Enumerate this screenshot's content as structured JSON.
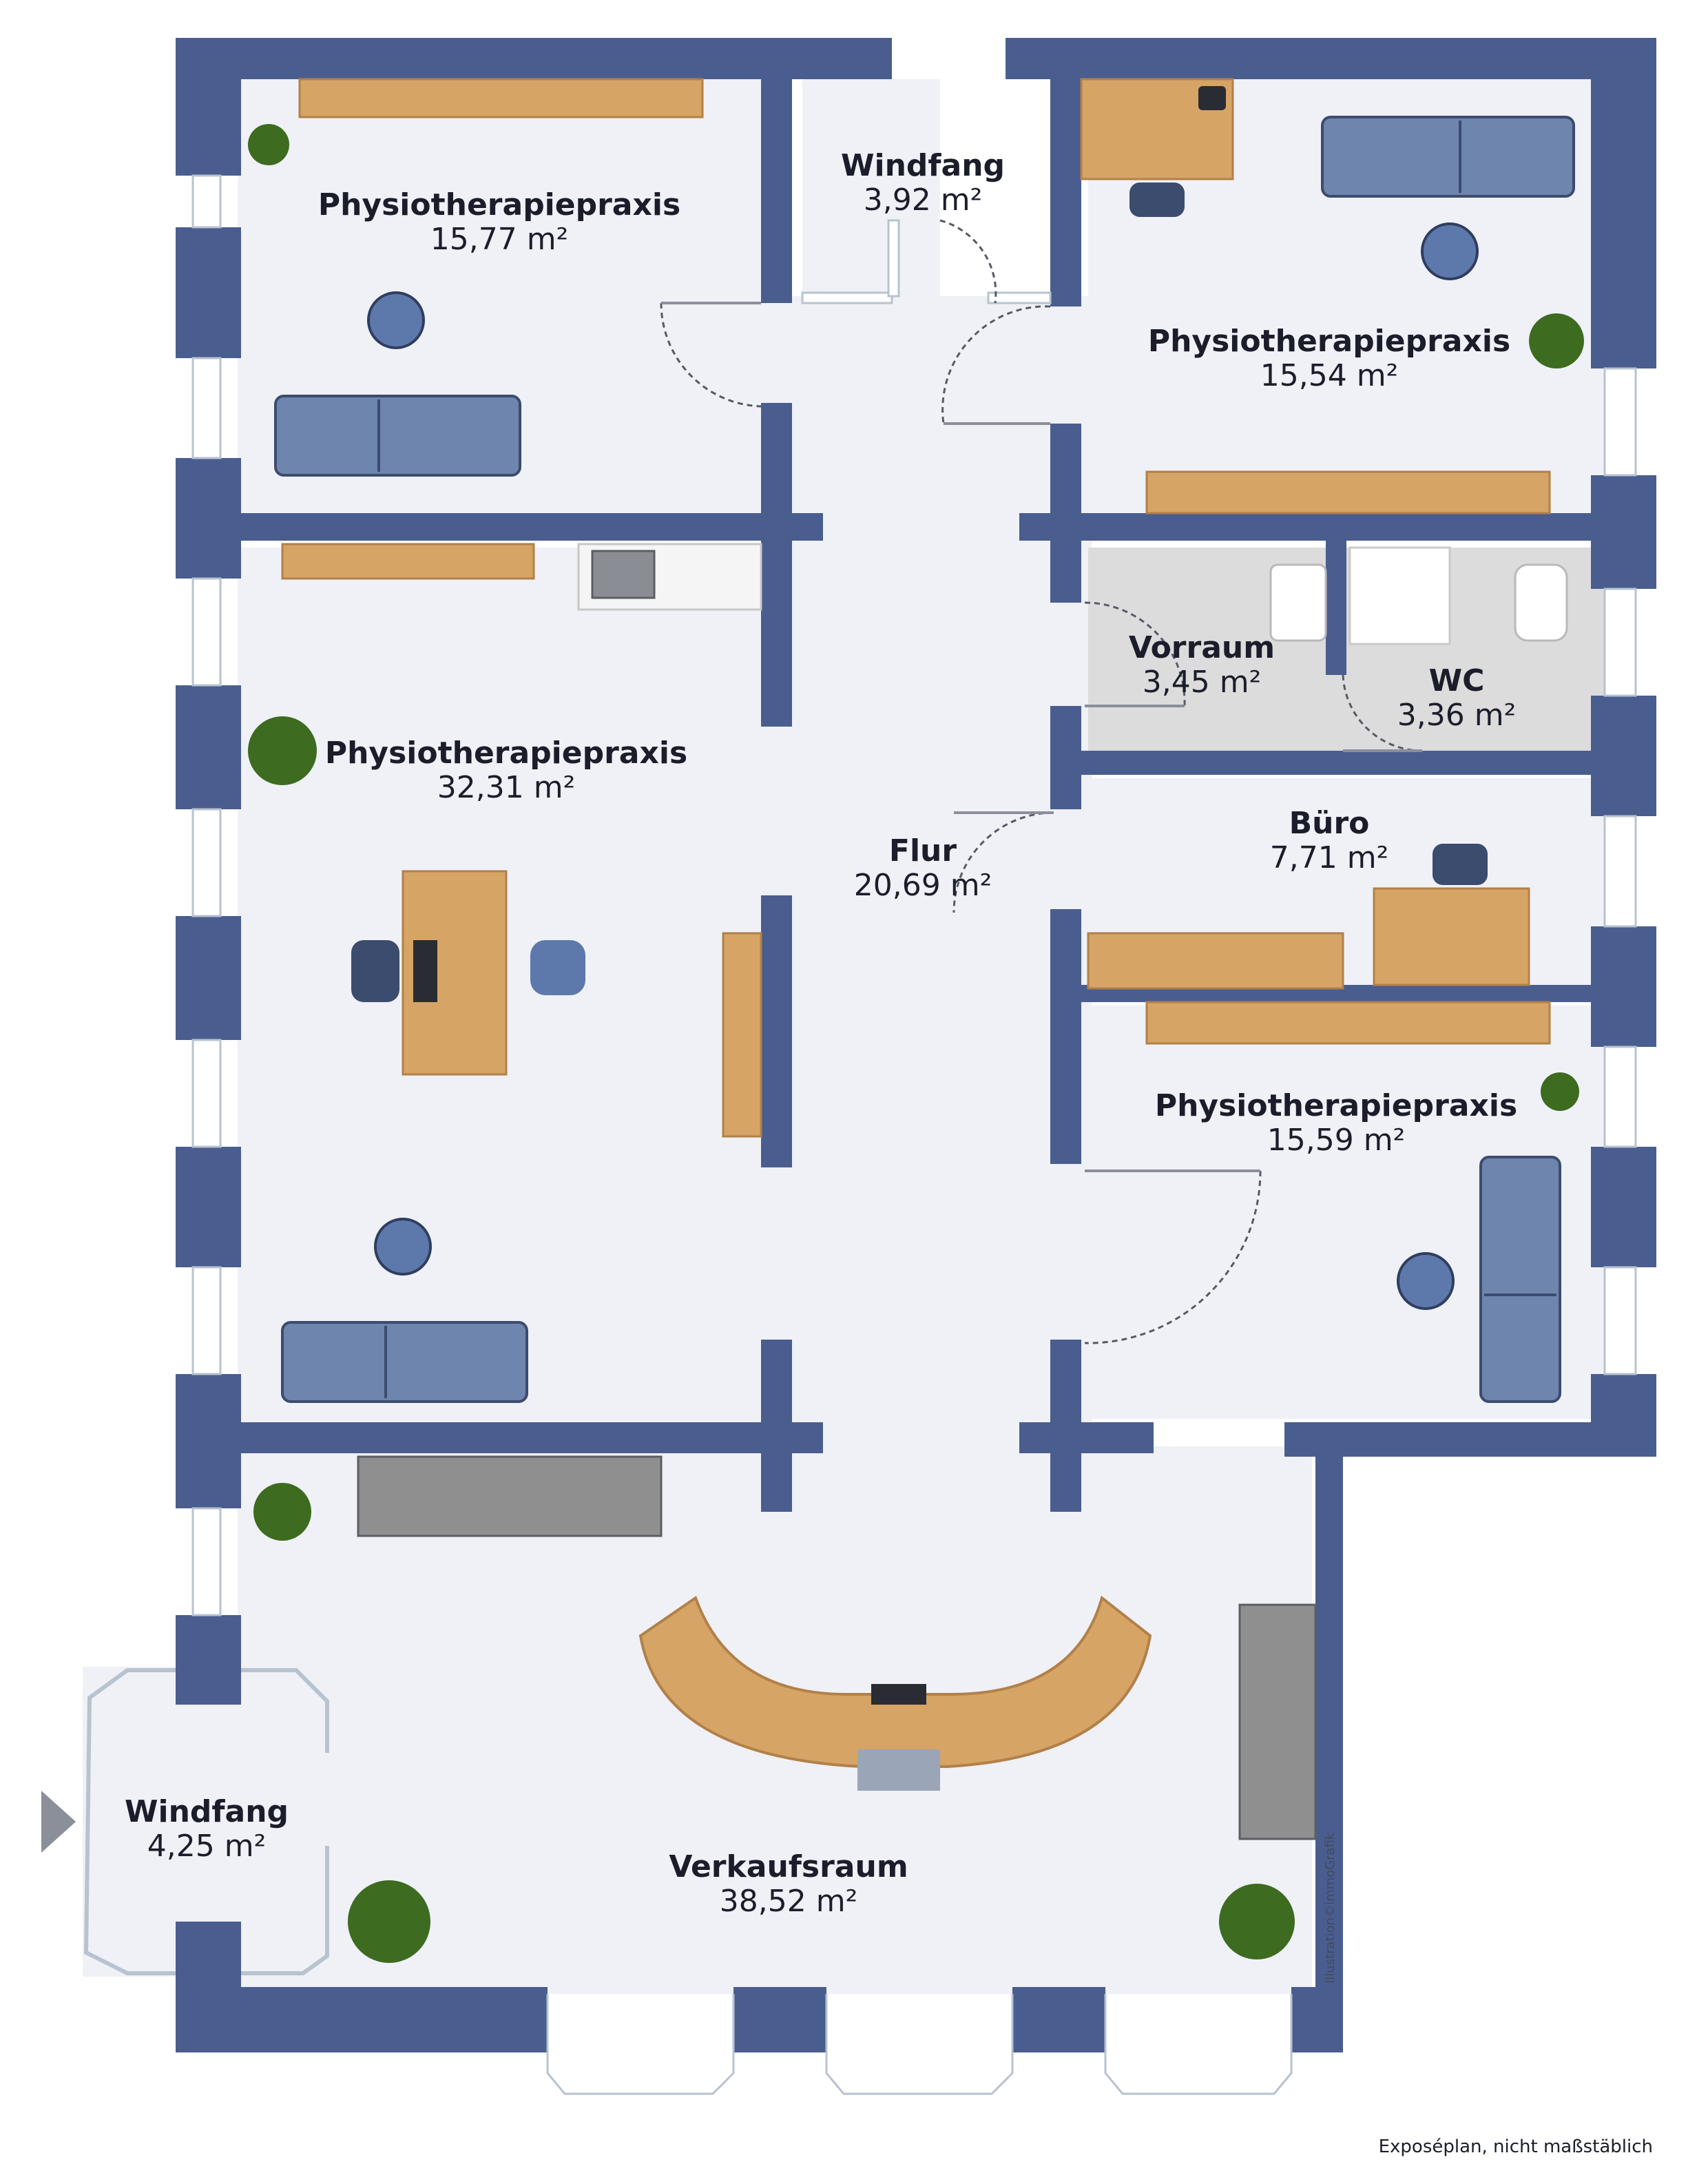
{
  "colors": {
    "wall": "#4a5d8f",
    "floor": "#eff1f7",
    "tile": "#dcdcdc",
    "desk_wood": "#d6a464",
    "treatment_bed": "#6e85ad",
    "chair": "#5d79ac",
    "plant": "#3d6b1f"
  },
  "rooms": [
    {
      "name": "Physiotherapiepraxis",
      "area": "15,77 m²"
    },
    {
      "name": "Windfang",
      "area": "3,92 m²"
    },
    {
      "name": "Physiotherapiepraxis",
      "area": "15,54 m²"
    },
    {
      "name": "Physiotherapiepraxis",
      "area": "32,31 m²"
    },
    {
      "name": "Vorraum",
      "area": "3,45 m²"
    },
    {
      "name": "WC",
      "area": "3,36 m²"
    },
    {
      "name": "Büro",
      "area": "7,71 m²"
    },
    {
      "name": "Flur",
      "area": "20,69 m²"
    },
    {
      "name": "Physiotherapiepraxis",
      "area": "15,59 m²"
    },
    {
      "name": "Windfang",
      "area": "4,25 m²"
    },
    {
      "name": "Verkaufsraum",
      "area": "38,52 m²"
    }
  ],
  "credit": "Illustration©immoGrafik",
  "caption": "Exposéplan, nicht maßstäblich",
  "icons": {
    "entrance": "entrance-arrow-icon",
    "plant": "plant-icon",
    "chair": "chair-icon",
    "stool": "stool-icon",
    "phone": "phone-icon",
    "sink": "sink-icon",
    "toilet": "toilet-icon",
    "shower": "shower-icon"
  }
}
